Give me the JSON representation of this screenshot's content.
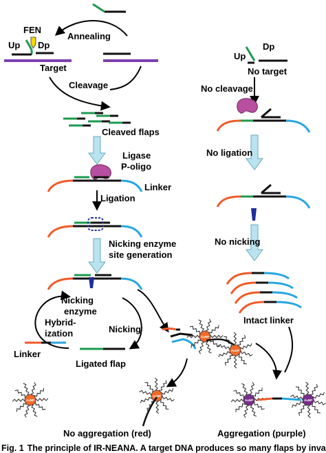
{
  "colors": {
    "green": "#1b9a4e",
    "black": "#111111",
    "purple": "#7d3fb2",
    "orange": "#f05a28",
    "blue": "#27a6df",
    "arrow_fill": "#b9e4ef",
    "arrow_stroke": "#6aa8bb",
    "fen": "#f6d800",
    "ligase": "#b84fa0",
    "nicking": "#1f2d9a",
    "au": "#f26a28",
    "au_purple": "#7a2d8c"
  },
  "labels": {
    "fen": "FEN",
    "up": "Up",
    "dp": "Dp",
    "target": "Target",
    "annealing": "Annealing",
    "cleavage": "Cleavage",
    "cleaved_flaps": "Cleaved flaps",
    "ligase": "Ligase",
    "p_oligo": "P-oligo",
    "linker": "Linker",
    "ligation": "Ligation",
    "nicking_site_1": "Nicking enzyme",
    "nicking_site_2": "site generation",
    "nicking_enzyme_1": "Nicking",
    "nicking_enzyme_2": "enzyme",
    "hybrid_1": "Hybrid-",
    "hybrid_2": "ization",
    "nicking": "Nicking",
    "linker_left": "Linker",
    "ligated_flap": "Ligated flap",
    "up_r": "Up",
    "dp_r": "Dp",
    "no_target": "No target",
    "no_cleavage": "No cleavage",
    "no_ligation": "No ligation",
    "no_nicking": "No nicking",
    "intact_linker": "Intact linker",
    "no_aggregation": "No aggregation (red)",
    "aggregation": "Aggregation (purple)",
    "au_np": "AuNP"
  },
  "caption": {
    "fig": "Fig. 1",
    "text": "The principle of IR-NEANA. A target DNA produces so many flaps by invasive"
  }
}
